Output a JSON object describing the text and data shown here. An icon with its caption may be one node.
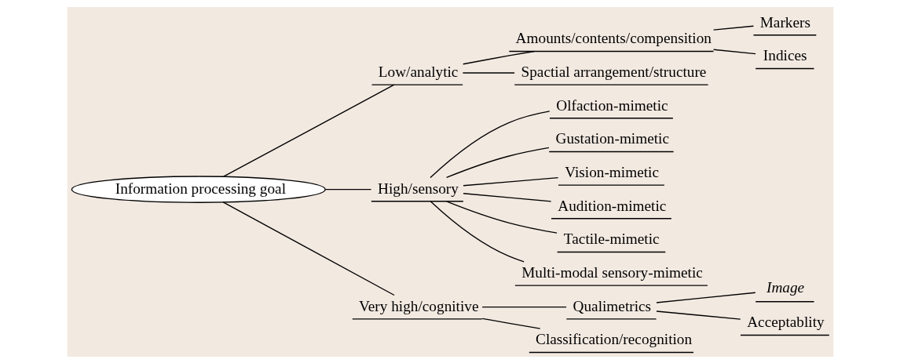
{
  "diagram": {
    "nodes": [
      {
        "text": [
          "Information processing goal"
        ]
      },
      {
        "text": [
          "Low/analytic"
        ]
      },
      {
        "text": [
          "Amounts/contents/compensition"
        ]
      },
      {
        "text": [
          "Markers"
        ]
      },
      {
        "text": [
          "Indices"
        ]
      },
      {
        "text": [
          "Spactial arrangement/structure"
        ]
      },
      {
        "text": [
          "High/sensory"
        ]
      },
      {
        "text": [
          "Olfaction-mimetic"
        ]
      },
      {
        "text": [
          "Gustation-mimetic"
        ]
      },
      {
        "text": [
          "Vision-mimetic"
        ]
      },
      {
        "text": [
          "Audition-mimetic"
        ]
      },
      {
        "text": [
          "Tactile-mimetic"
        ]
      },
      {
        "text": [
          "Multi-modal sensory-mimetic"
        ]
      },
      {
        "text": [
          "Very high/cognitive"
        ]
      },
      {
        "text": [
          "Qualimetrics"
        ]
      },
      {
        "text": [
          "Image"
        ]
      },
      {
        "text": [
          "Acceptablity"
        ]
      },
      {
        "text": [
          "Classification/recognition"
        ]
      }
    ],
    "edges": [
      {
        "from": 0,
        "to": 1,
        "arrow": "none"
      },
      {
        "from": 1,
        "to": 2,
        "arrow": "none"
      },
      {
        "from": 2,
        "to": 3,
        "arrow": "none"
      },
      {
        "from": 2,
        "to": 4,
        "arrow": "none"
      },
      {
        "from": 1,
        "to": 5,
        "arrow": "none"
      },
      {
        "from": 0,
        "to": 6,
        "arrow": "none"
      },
      {
        "from": 6,
        "to": 7,
        "arrow": "none"
      },
      {
        "from": 6,
        "to": 8,
        "arrow": "none"
      },
      {
        "from": 6,
        "to": 9,
        "arrow": "none"
      },
      {
        "from": 6,
        "to": 10,
        "arrow": "none"
      },
      {
        "from": 6,
        "to": 11,
        "arrow": "none"
      },
      {
        "from": 6,
        "to": 12,
        "arrow": "none"
      },
      {
        "from": 0,
        "to": 13,
        "arrow": "none"
      },
      {
        "from": 13,
        "to": 14,
        "arrow": "none"
      },
      {
        "from": 14,
        "to": 15,
        "arrow": "none"
      },
      {
        "from": 14,
        "to": 16,
        "arrow": "none"
      },
      {
        "from": 13,
        "to": 17,
        "arrow": "none"
      }
    ]
  }
}
